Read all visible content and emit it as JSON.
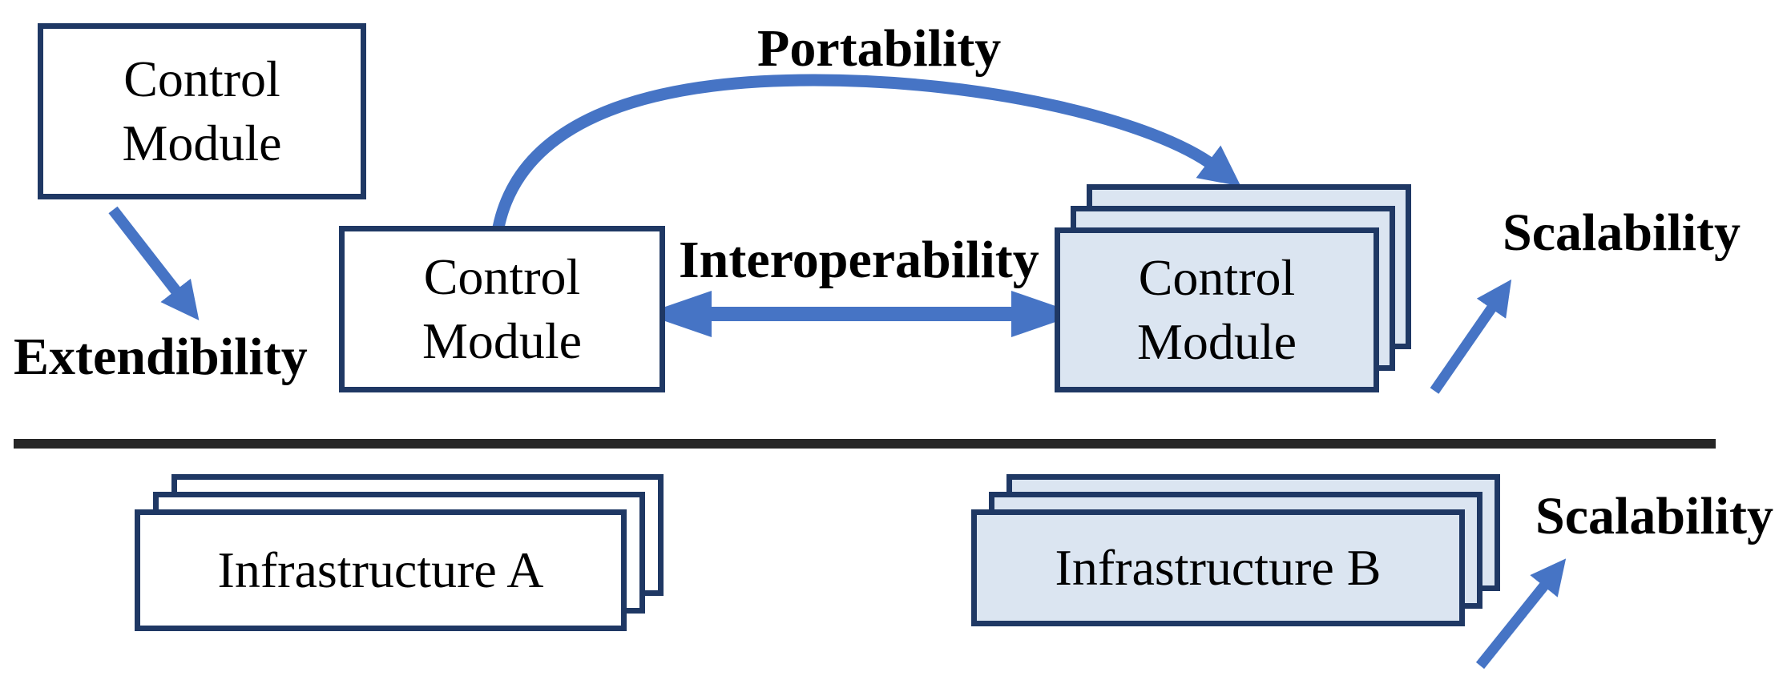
{
  "diagram": {
    "labels": {
      "portability": "Portability",
      "interoperability": "Interoperability",
      "extendibility": "Extendibility",
      "scalability_top": "Scalability",
      "scalability_bottom": "Scalability"
    },
    "boxes": {
      "control_module_top_left": {
        "label": "Control Module"
      },
      "control_module_center": {
        "label": "Control Module"
      },
      "control_module_stack": {
        "label": "Control Module",
        "layers": 3
      },
      "infrastructure_a": {
        "label": "Infrastructure A",
        "layers": 3
      },
      "infrastructure_b": {
        "label": "Infrastructure B",
        "layers": 3
      }
    },
    "colors": {
      "arrow_blue": "#4674C5",
      "box_border": "#1F3864",
      "stack_fill": "#DBE5F1",
      "plain_fill": "#FFFFFF",
      "divider": "#262626",
      "text": "#000000"
    }
  }
}
